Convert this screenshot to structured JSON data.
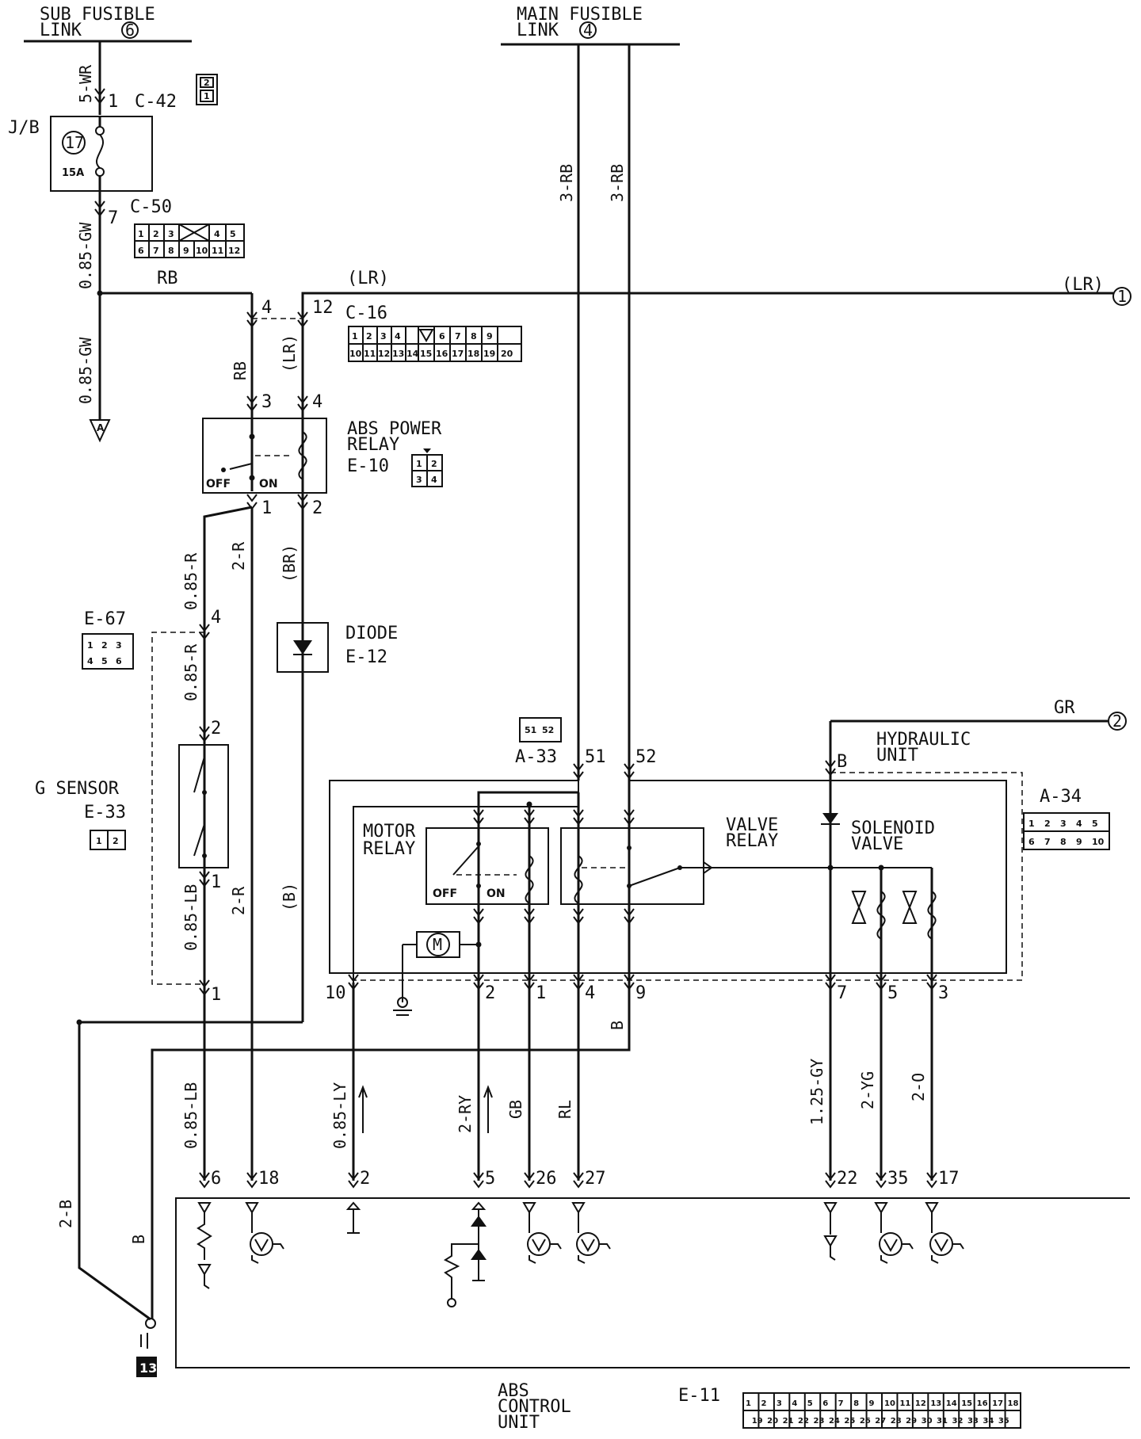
{
  "links": {
    "sub_fusible": {
      "line1": "SUB FUSIBLE",
      "line2": "LINK",
      "num": "6"
    },
    "main_fusible": {
      "line1": "MAIN FUSIBLE",
      "line2": "LINK",
      "num": "4"
    }
  },
  "wires": {
    "w_5wr": "5-WR",
    "w_085gw_top": "0.85-GW",
    "w_085gw_bot": "0.85-GW",
    "w_rb_h": "RB",
    "w_lr_h": "(LR)",
    "w_lr_right": "(LR)",
    "w_rb_v": "RB",
    "w_lr_v": "(LR)",
    "w_085r_a": "0.85-R",
    "w_085r_b": "0.85-R",
    "w_2r_a": "2-R",
    "w_2r_b": "2-R",
    "w_br": "(BR)",
    "w_b_paren": "(B)",
    "w_3rb_a": "3-RB",
    "w_3rb_b": "3-RB",
    "w_gr": "GR",
    "w_085lb_a": "0.85-LB",
    "w_085lb_b": "0.85-LB",
    "w_085ly": "0.85-LY",
    "w_2ry": "2-RY",
    "w_gb": "GB",
    "w_rl": "RL",
    "w_b_h": "B",
    "w_125gy": "1.25-GY",
    "w_2yg": "2-YG",
    "w_2o": "2-O",
    "w_2b": "2-B",
    "w_b_left": "B"
  },
  "components": {
    "jb": "J/B",
    "fuse_num": "17",
    "fuse_amp": "15A",
    "c42": "C-42",
    "c50": "C-50",
    "c16": "C-16",
    "abs_relay_1": "ABS POWER",
    "abs_relay_2": "RELAY",
    "e10": "E-10",
    "off": "OFF",
    "on": "ON",
    "diode": "DIODE",
    "e12": "E-12",
    "e67": "E-67",
    "gsensor": "G SENSOR",
    "e33": "E-33",
    "a33": "A-33",
    "a34": "A-34",
    "hydraulic_1": "HYDRAULIC",
    "hydraulic_2": "UNIT",
    "motor_1": "MOTOR",
    "motor_2": "RELAY",
    "motor_off": "OFF",
    "motor_on": "ON",
    "valve_1": "VALVE",
    "valve_2": "RELAY",
    "solenoid_1": "SOLENOID",
    "solenoid_2": "VALVE",
    "motor_m": "M",
    "abs_cu_1": "ABS",
    "abs_cu_2": "CONTROL",
    "abs_cu_3": "UNIT",
    "e11": "E-11",
    "ground_num": "13",
    "ground_a": "A",
    "ref1": "1",
    "ref2": "2",
    "pin_b_top": "B"
  },
  "pins": {
    "p1_c42": "1",
    "p7_c50": "7",
    "p4_c16": "4",
    "p12_c16": "12",
    "p3_rel": "3",
    "p4_rel": "4",
    "p1_rel": "1",
    "p2_rel": "2",
    "p4_e67": "4",
    "p2_gs": "2",
    "p1_gs": "1",
    "p1_e67": "1",
    "p51": "51",
    "p52": "52",
    "h10": "10",
    "h2": "2",
    "h1": "1",
    "h4": "4",
    "h9": "9",
    "h7": "7",
    "h5": "5",
    "h3": "3",
    "e6": "6",
    "e18": "18",
    "e2": "2",
    "e5": "5",
    "e26": "26",
    "e27": "27",
    "e22": "22",
    "e35": "35",
    "e17": "17"
  },
  "connectors": {
    "c42_pins": [
      "2",
      "1"
    ],
    "c50_row1": [
      "1",
      "2",
      "3",
      "",
      "4",
      "5"
    ],
    "c50_row2": [
      "6",
      "7",
      "8",
      "9",
      "10",
      "11",
      "12"
    ],
    "c16_row1": [
      "1",
      "2",
      "3",
      "4",
      "",
      "6",
      "7",
      "8",
      "9"
    ],
    "c16_row2": [
      "10",
      "11",
      "12",
      "13",
      "14",
      "15",
      "16",
      "17",
      "18",
      "19",
      "20"
    ],
    "e10_pins": [
      "1",
      "2",
      "3",
      "4"
    ],
    "e67_pins": [
      "1",
      "2",
      "3",
      "4",
      "5",
      "6"
    ],
    "e33_pins": [
      "1",
      "2"
    ],
    "a33_pins": [
      "51",
      "52"
    ],
    "a34_row1": [
      "1",
      "2",
      "3",
      "4",
      "5"
    ],
    "a34_row2": [
      "6",
      "7",
      "8",
      "9",
      "10"
    ],
    "e11_row1": [
      "1",
      "2",
      "3",
      "4",
      "5",
      "6",
      "7",
      "8",
      "9",
      "10",
      "11",
      "12",
      "13",
      "14",
      "15",
      "16",
      "17",
      "18"
    ],
    "e11_row2": [
      "19",
      "20",
      "21",
      "22",
      "23",
      "24",
      "25",
      "26",
      "27",
      "28",
      "29",
      "30",
      "31",
      "32",
      "33",
      "34",
      "35"
    ]
  }
}
